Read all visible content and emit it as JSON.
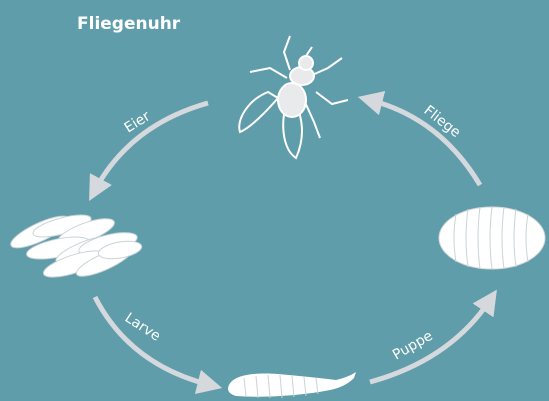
{
  "title": "Fliegenuhr",
  "stages": {
    "fly": "Fliege",
    "eggs": "Eier",
    "larva": "Larve",
    "pupa": "Puppe"
  },
  "colors": {
    "background": "#5f9daa",
    "arrow": "#d5d9dd",
    "figure": "#ffffff"
  }
}
